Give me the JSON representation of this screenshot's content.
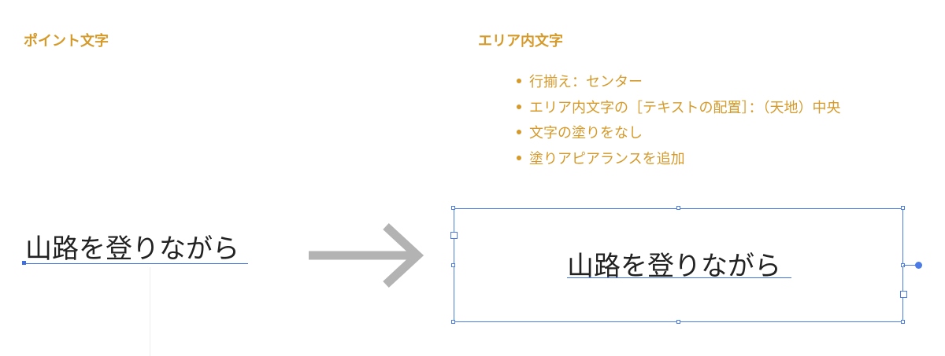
{
  "headings": {
    "point_text": "ポイント文字",
    "area_text": "エリア内文字"
  },
  "steps": [
    "行揃え：センター",
    "エリア内文字の［テキストの配置］：（天地）中央",
    "文字の塗りをなし",
    "塗りアピアランスを追加"
  ],
  "sample_text": {
    "point": "山路を登りながら",
    "area": "山路を登りながら"
  },
  "colors": {
    "accent": "#d59a2a",
    "selection": "#4a7be6",
    "arrow": "#b3b3b3",
    "text": "#222222"
  },
  "icons": {
    "transform_arrow": "right-arrow-icon"
  }
}
